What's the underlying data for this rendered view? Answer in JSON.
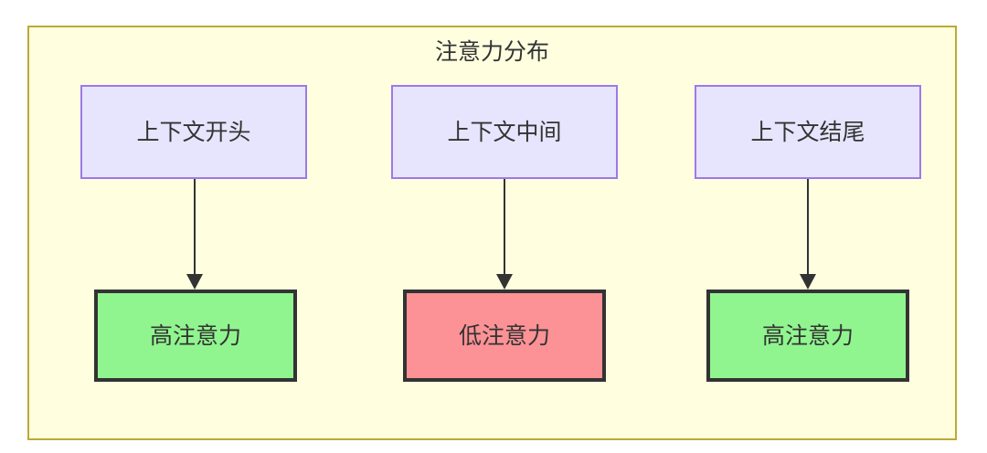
{
  "diagram": {
    "title": "注意力分布",
    "container_fill": "#ffffe0",
    "container_border": "#bbaa33",
    "columns": [
      {
        "id": "col1",
        "top_node": {
          "label": "上下文开头",
          "fill": "#e7e5fd",
          "border": "#9d79e8"
        },
        "bottom_node": {
          "label": "高注意力",
          "fill": "#90f58f",
          "border": "#333333"
        },
        "edge": {
          "from": "上下文开头",
          "to": "高注意力",
          "arrow": "down"
        }
      },
      {
        "id": "col2",
        "top_node": {
          "label": "上下文中间",
          "fill": "#e7e5fd",
          "border": "#9d79e8"
        },
        "bottom_node": {
          "label": "低注意力",
          "fill": "#fc9295",
          "border": "#333333"
        },
        "edge": {
          "from": "上下文中间",
          "to": "低注意力",
          "arrow": "down"
        }
      },
      {
        "id": "col3",
        "top_node": {
          "label": "上下文结尾",
          "fill": "#e7e5fd",
          "border": "#9d79e8"
        },
        "bottom_node": {
          "label": "高注意力",
          "fill": "#90f58f",
          "border": "#333333"
        },
        "edge": {
          "from": "上下文结尾",
          "to": "高注意力",
          "arrow": "down"
        }
      }
    ]
  }
}
